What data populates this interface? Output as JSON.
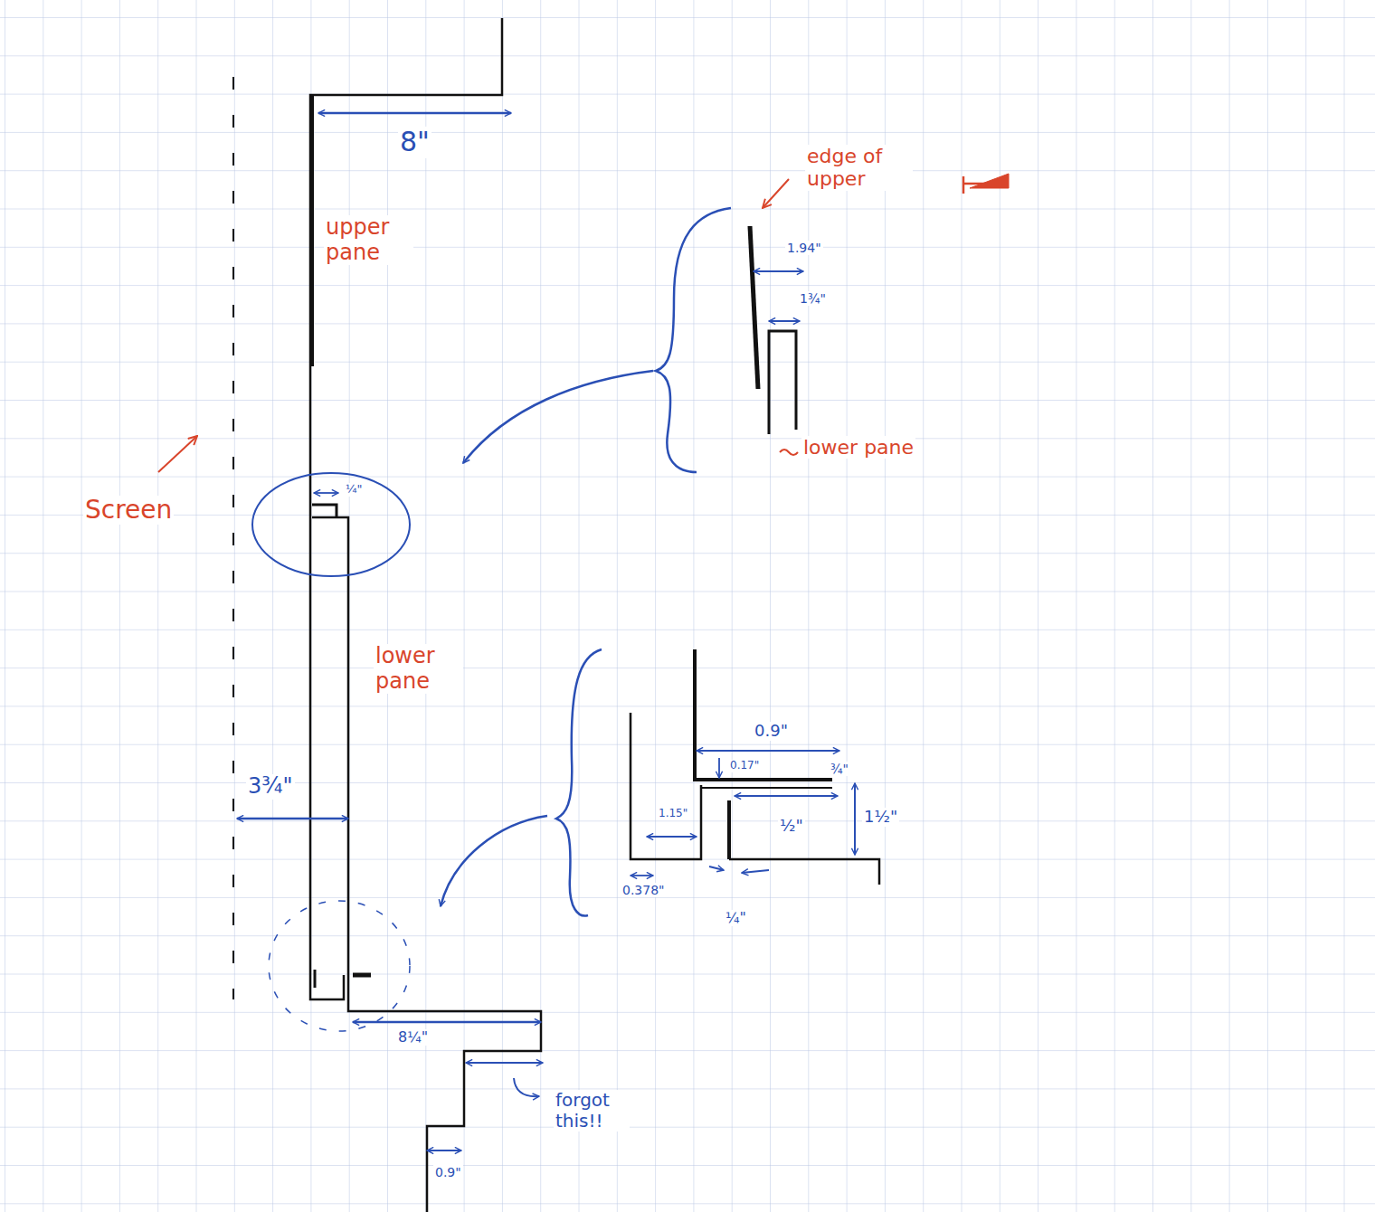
{
  "diagram": {
    "nodes": [
      {
        "text": [
          "¼\""
        ]
      }
    ],
    "labels": [
      "8\"",
      "upper pane",
      "Screen",
      "edge of upper",
      "1.94\"",
      "1¾\"",
      "lower pane",
      "lower pane",
      "3¾\"",
      "0.9\"",
      "0.17\"",
      "¾\"",
      "1.15\"",
      "½\"",
      "1½\"",
      "0.378\"",
      "¼\"",
      "8¼\"",
      "forgot this!!",
      "0.9\""
    ]
  }
}
